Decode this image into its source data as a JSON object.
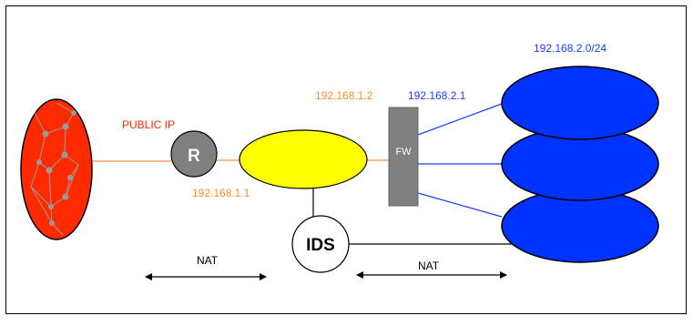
{
  "diagram": {
    "labels": {
      "public_ip": "PUBLIC IP",
      "router": "R",
      "router_ip": "192.168.1.1",
      "fw_outside_ip": "192.168.1.2",
      "fw_inside_ip": "192.168.2.1",
      "firewall": "FW",
      "ids": "IDS",
      "subnet": "192.168.2.0/24",
      "nat_left": "NAT",
      "nat_right": "NAT"
    },
    "colors": {
      "internet_cloud": "#ff2a00",
      "router": "#808080",
      "dmz_segment": "#ffff00",
      "firewall": "#808080",
      "internal_network": "#0033ff",
      "public_ip_text": "#ff2a00",
      "orange_ip_text": "#ff8c2a",
      "blue_ip_text": "#1a3dff",
      "orange_link": "#ff8c4a",
      "blue_link": "#1a3dff"
    }
  }
}
